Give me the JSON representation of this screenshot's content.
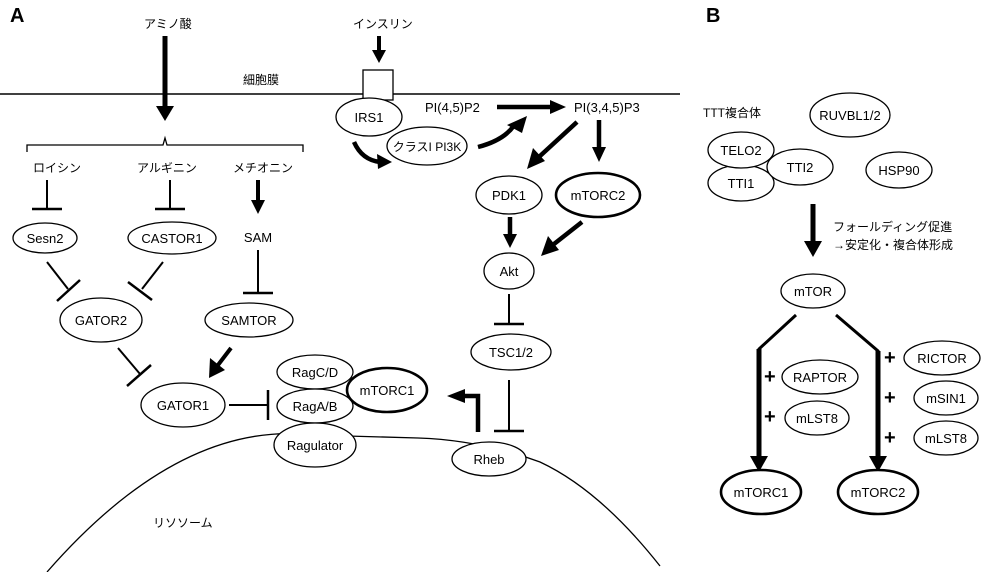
{
  "panels": {
    "a_label": "A",
    "b_label": "B"
  },
  "panel_a": {
    "membrane_label": "細胞膜",
    "lysosome_label": "リソソーム",
    "amino_acid_label": "アミノ酸",
    "insulin_label": "インスリン",
    "leucine_label": "ロイシン",
    "arginine_label": "アルギニン",
    "methionine_label": "メチオニン",
    "sam_label": "SAM",
    "pip2_label": "PI(4,5)P2",
    "pip3_label": "PI(3,4,5)P3",
    "nodes": {
      "irs1": "IRS1",
      "pi3k": "クラスI PI3K",
      "pdk1": "PDK1",
      "mtorc2": "mTORC2",
      "akt": "Akt",
      "tsc": "TSC1/2",
      "rheb": "Rheb",
      "sesn2": "Sesn2",
      "castor1": "CASTOR1",
      "gator2": "GATOR2",
      "samtor": "SAMTOR",
      "gator1": "GATOR1",
      "ragcd": "RagC/D",
      "ragab": "RagA/B",
      "ragulator": "Ragulator",
      "mtorc1": "mTORC1"
    }
  },
  "panel_b": {
    "ttt_label": "TTT複合体",
    "folding_line1": "フォールディング促進",
    "folding_line2": "→安定化・複合体形成",
    "plus": "+",
    "nodes": {
      "ruvbl": "RUVBL1/2",
      "telo2": "TELO2",
      "tti2": "TTI2",
      "tti1": "TTI1",
      "hsp90": "HSP90",
      "mtor": "mTOR",
      "raptor": "RAPTOR",
      "mlst8_1": "mLST8",
      "rictor": "RICTOR",
      "msin1": "mSIN1",
      "mlst8_2": "mLST8",
      "mtorc1": "mTORC1",
      "mtorc2": "mTORC2"
    }
  }
}
